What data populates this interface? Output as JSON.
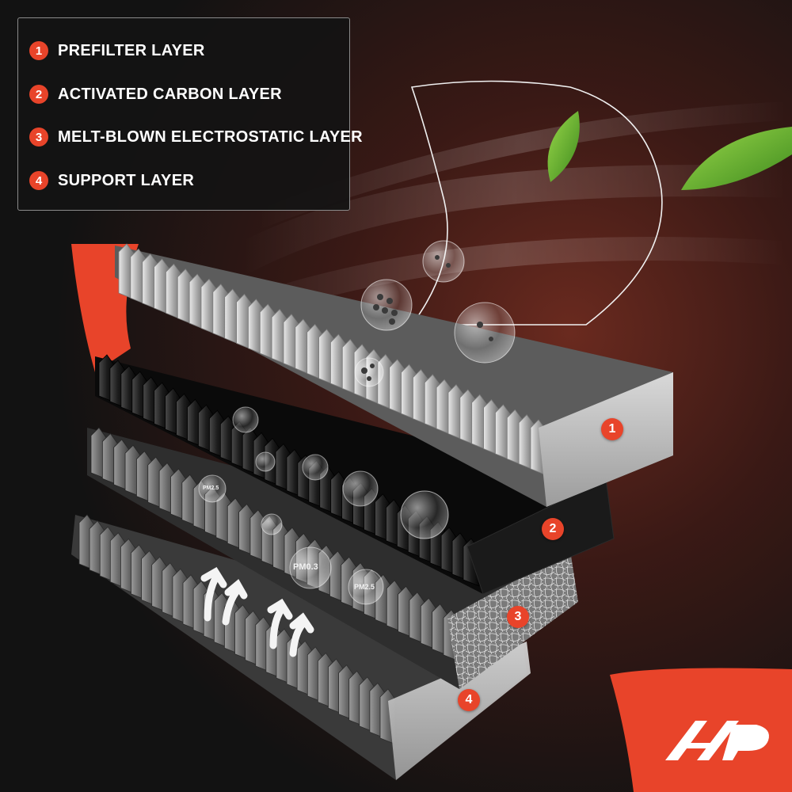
{
  "legend": {
    "items": [
      {
        "number": "1",
        "label": "PREFILTER LAYER"
      },
      {
        "number": "2",
        "label": "ACTIVATED CARBON LAYER"
      },
      {
        "number": "3",
        "label": "MELT-BLOWN ELECTROSTATIC LAYER"
      },
      {
        "number": "4",
        "label": "SUPPORT LAYER"
      }
    ]
  },
  "layers": {
    "badges": [
      "1",
      "2",
      "3",
      "4"
    ]
  },
  "particles": {
    "pm_small": "PM0.3",
    "pm_medium": "PM2.5",
    "pm_large": "PM2.5"
  },
  "colors": {
    "accent": "#e8442a",
    "background": "#111111",
    "leaf": "#5cae2e"
  },
  "icons": [
    "leaf-icon",
    "airflow-arrow-icon",
    "particle-bubble-icon",
    "brand-logo"
  ]
}
